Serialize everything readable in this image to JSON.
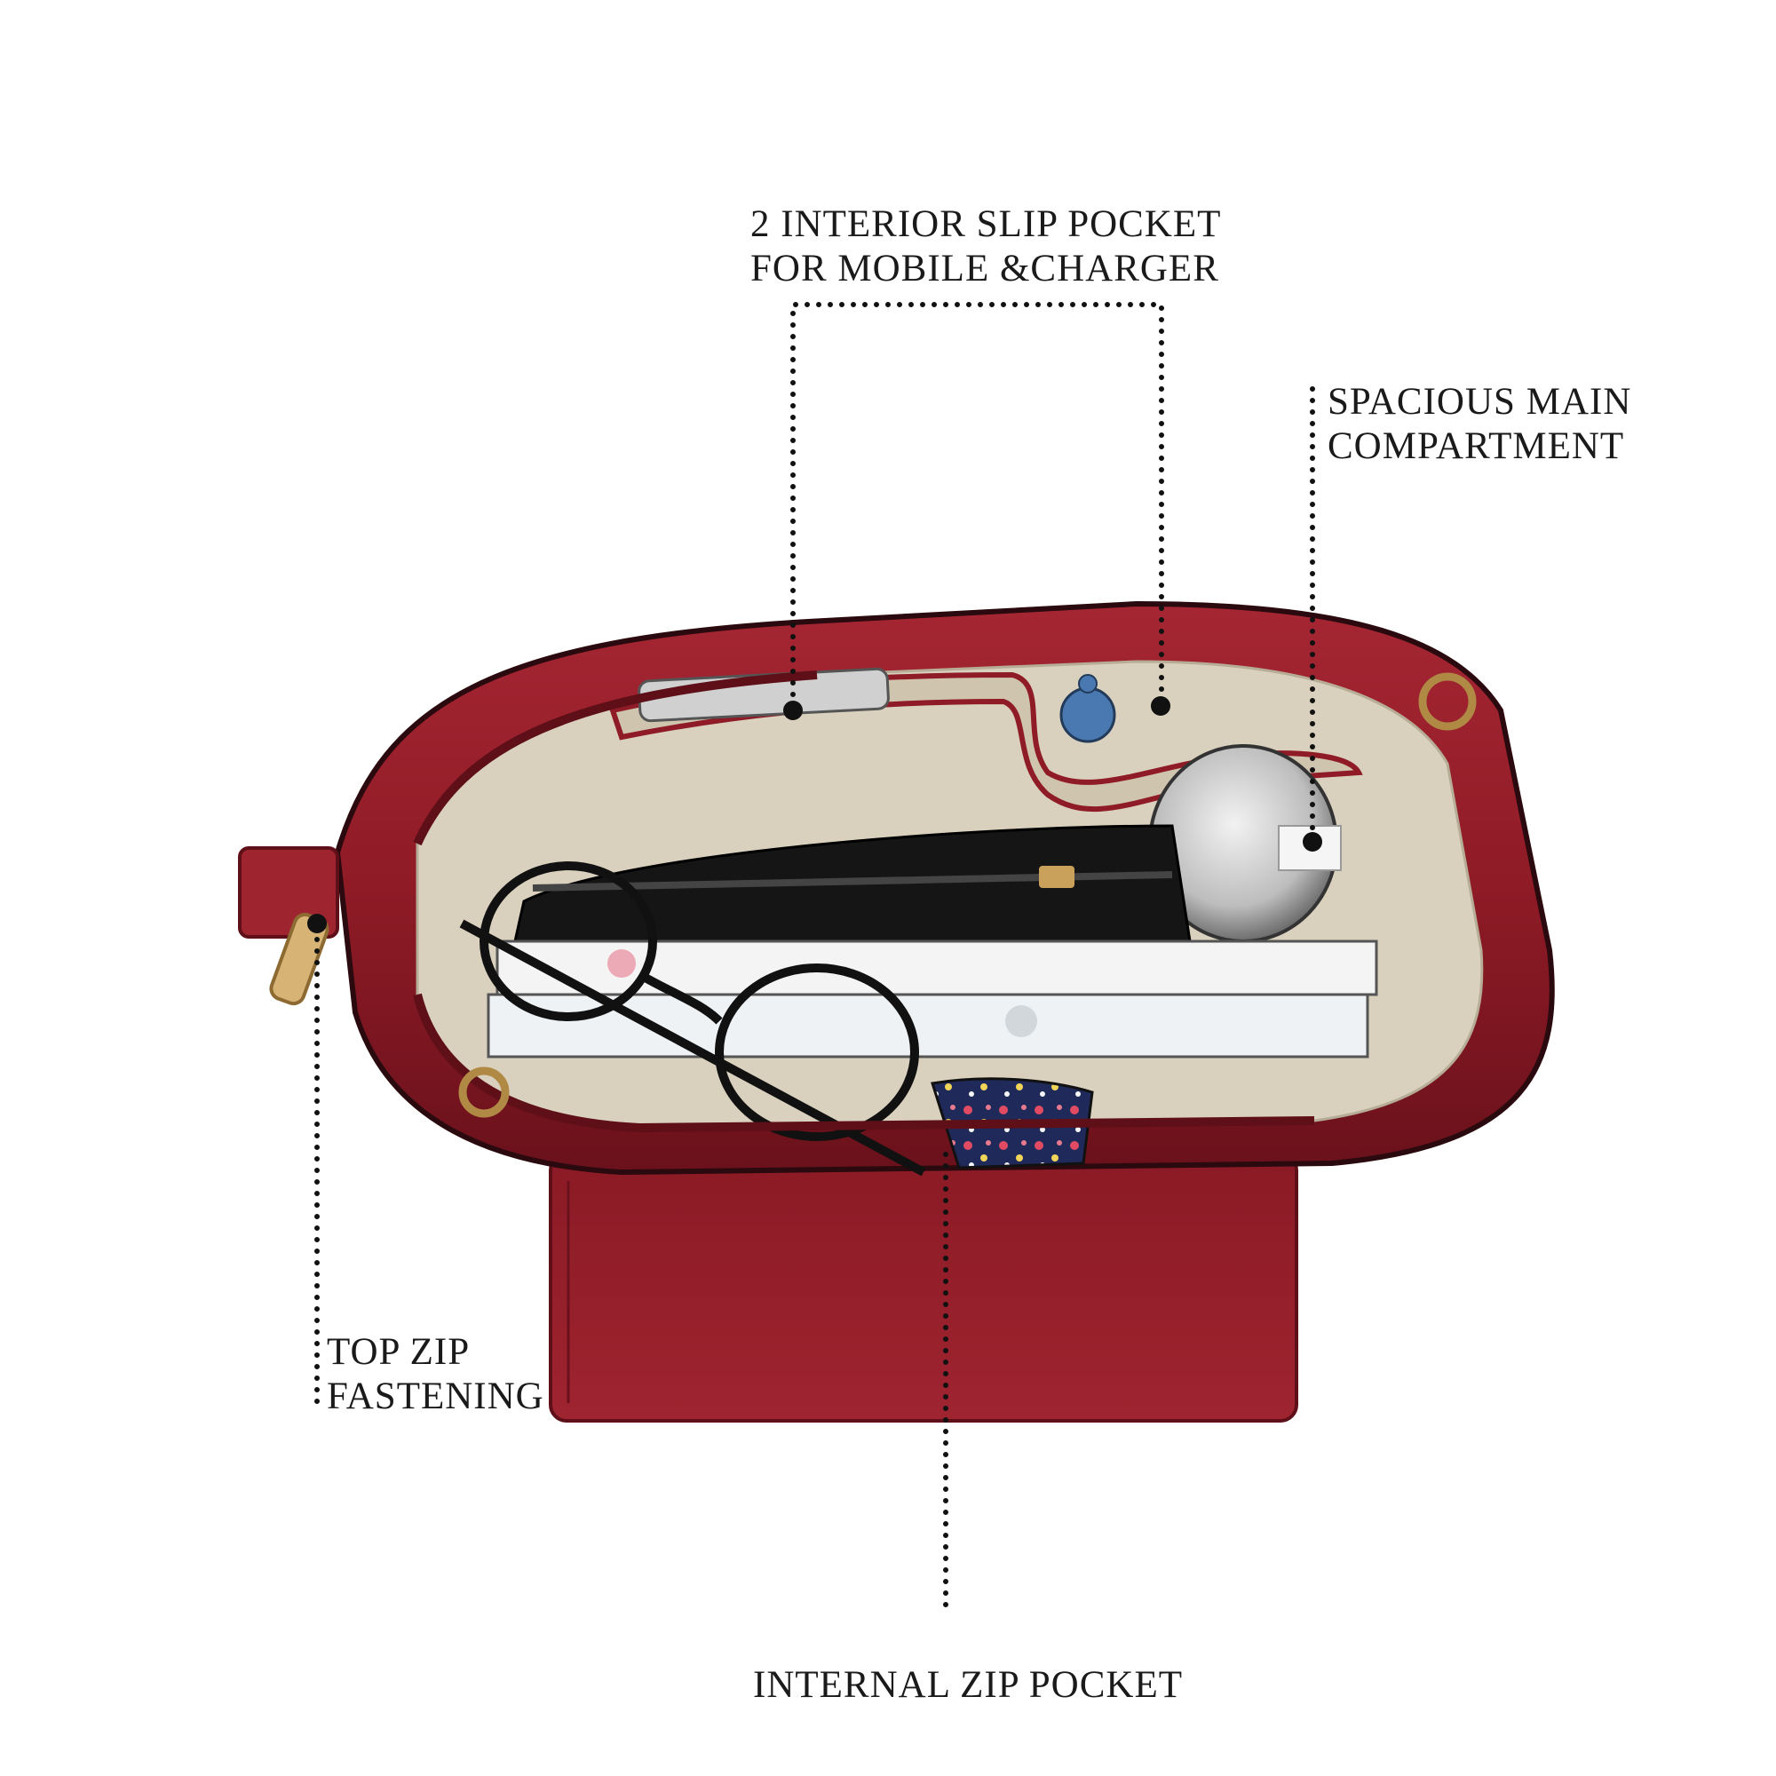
{
  "callouts": {
    "slip_pocket": {
      "line1": "2 INTERIOR SLIP POCKET",
      "line2": "FOR MOBILE &CHARGER"
    },
    "main_compartment": {
      "line1": "SPACIOUS MAIN",
      "line2": "COMPARTMENT"
    },
    "top_zip": {
      "line1": "TOP ZIP",
      "line2": "FASTENING"
    },
    "internal_zip": {
      "line1": "INTERNAL ZIP POCKET"
    }
  },
  "colors": {
    "bag_red": "#8e1b26",
    "bag_red_dark": "#5e0f18",
    "lining_beige": "#d9d0bd",
    "background": "#ffffff"
  }
}
